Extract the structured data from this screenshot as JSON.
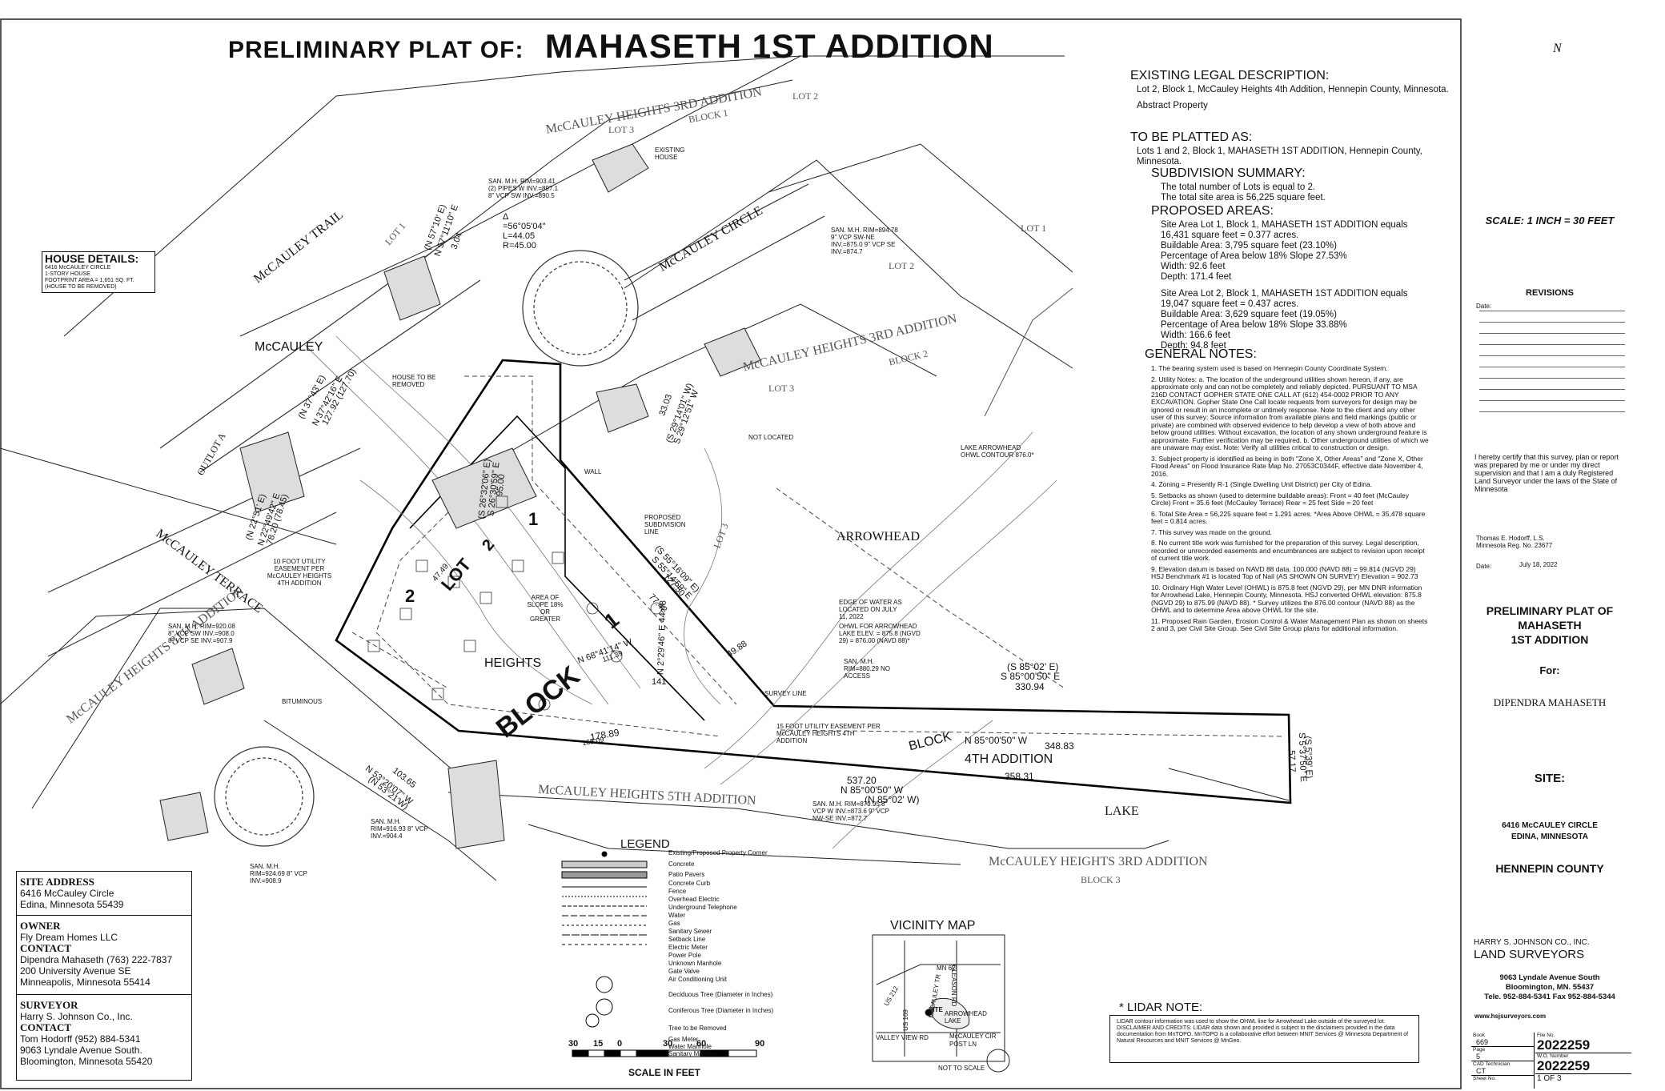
{
  "title": {
    "prefix": "PRELIMINARY PLAT OF:",
    "name": "MAHASETH 1ST ADDITION"
  },
  "existing_legal": {
    "heading": "EXISTING LEGAL DESCRIPTION:",
    "text": "Lot 2, Block 1, McCauley Heights 4th Addition, Hennepin County, Minnesota.",
    "abstract": "Abstract Property"
  },
  "to_be_platted": {
    "heading": "TO BE PLATTED AS:",
    "text": "Lots 1 and 2, Block 1, MAHASETH 1ST ADDITION, Hennepin County, Minnesota."
  },
  "subdivision_summary": {
    "heading": "SUBDIVISION SUMMARY:",
    "lines": [
      "The total number of Lots is equal to 2.",
      "The total site area is 56,225 square feet."
    ]
  },
  "proposed_areas": {
    "heading": "PROPOSED AREAS:",
    "lot1": [
      "Site Area Lot 1, Block 1, MAHASETH 1ST ADDITION equals",
      "16,431 square feet = 0.377 acres.",
      "Buildable Area: 3,795 square feet (23.10%)",
      "Percentage of Area below 18% Slope 27.53%",
      "Width: 92.6 feet",
      "Depth: 171.4 feet"
    ],
    "lot2": [
      "Site Area Lot 2, Block 1, MAHASETH 1ST ADDITION equals",
      "19,047 square feet = 0.437 acres.",
      "Buildable Area: 3,629 square feet (19.05%)",
      "Percentage of Area below 18% Slope 33.88%",
      "Width: 166.6 feet",
      "Depth: 94.8 feet"
    ]
  },
  "general_notes": {
    "heading": "GENERAL NOTES:",
    "items": [
      "1. The bearing system used is based on Hennepin County Coordinate System.",
      "2. Utility Notes: a. The location of the underground utilities shown hereon, if any, are approximate only and can not be completely and reliably depicted. PURSUANT TO MSA 216D CONTACT GOPHER STATE ONE CALL AT (612) 454-0002 PRIOR TO ANY EXCAVATION. Gopher State One Call locate requests from surveyors for design may be ignored or result in an incomplete or untimely response. Note to the client and any other user of this survey: Source information from available plans and field markings (public or private) are combined with observed evidence to help develop a view of both above and below ground utilities. Without excavation, the location of any shown underground feature is approximate. Further verification may be required. b. Other underground utilities of which we are unaware may exist. Note: Verify all utilities critical to construction or design.",
      "3. Subject property is identified as being in both \"Zone X, Other Areas\" and \"Zone X, Other Flood Areas\" on Flood Insurance Rate Map No. 27053C0344F, effective date November 4, 2016.",
      "4. Zoning = Presently R-1 (Single Dwelling Unit District) per City of Edina.",
      "5. Setbacks as shown (used to determine buildable areas): Front = 40 feet (McCauley Circle) Front = 35.6 feet (McCauley Terrace) Rear = 25 feet Side = 20 feet",
      "6. Total Site Area = 56,225 square feet = 1.291 acres. *Area Above OHWL = 35,478 square feet = 0.814 acres.",
      "7. This survey was made on the ground.",
      "8. No current title work was furnished for the preparation of this survey. Legal description, recorded or unrecorded easements and encumbrances are subject to revision upon receipt of current title work.",
      "9. Elevation datum is based on NAVD 88 data. 100.000 (NAVD 88) = 99.814 (NGVD 29) HSJ Benchmark #1 is located Top of Nail (AS SHOWN ON SURVEY) Elevation = 902.73",
      "10. Ordinary High Water Level (OHWL) is 875.8 feet (NGVD 29), per MN DNR information for Arrowhead Lake, Hennepin County, Minnesota. HSJ converted OHWL elevation: 875.8 (NGVD 29) to 875.99 (NAVD 88). * Survey utilizes the 876.00 contour (NAVD 88) as the OHWL and to determine Area above OHWL for the site.",
      "11. Proposed Rain Garden, Erosion Control & Water Management Plan as shown on sheets 2 and 3, per Civil Site Group. See Civil Site Group plans for additional information."
    ]
  },
  "house_details": {
    "heading": "HOUSE DETAILS:",
    "lines": [
      "6416 McCAULEY CIRCLE",
      "1-STORY HOUSE",
      "FOOTPRINT AREA = 1,651 SQ. FT.",
      "(HOUSE TO BE REMOVED)"
    ]
  },
  "plan_labels": {
    "mccauley_trail": "McCAULEY TRAIL",
    "mccauley_circle": "McCAULEY CIRCLE",
    "mccauley_terrace": "McCAULEY TERRACE",
    "mccauley": "McCAULEY",
    "outlot_a": "OUTLOT A",
    "mh3_top": "McCAULEY HEIGHTS 3RD ADDITION",
    "block1_top": "BLOCK 1",
    "lot2_top": "LOT 2",
    "lot3_top": "LOT 3",
    "lot1_left": "LOT 1",
    "lot1_right": "LOT 1",
    "lot2_right": "LOT 2",
    "mh3_mid": "McCAULEY HEIGHTS 3RD ADDITION",
    "block2": "BLOCK 2",
    "lot3_mid": "LOT 3",
    "arrowhead": "ARROWHEAD",
    "lake": "LAKE",
    "lake_contour": "LAKE ARROWHEAD OHWL CONTOUR 876.0*",
    "not_located": "NOT LOCATED",
    "mh8": "McCAULEY HEIGHTS 8TH ADDITION",
    "mh5": "McCAULEY HEIGHTS 5TH ADDITION",
    "mh3_bot": "McCAULEY HEIGHTS 3RD ADDITION",
    "block3": "BLOCK 3",
    "heights": "HEIGHTS",
    "block_big": "BLOCK",
    "block_4th": "BLOCK",
    "fourth_addition": "4TH ADDITION",
    "lot_big": "LOT",
    "lot_num_1": "1",
    "lot_num_2": "2",
    "block_num_1": "1",
    "lot_num_2b": "2",
    "lot3_right": "LOT 3",
    "existing_house": "EXISTING HOUSE",
    "house_to_remove": "HOUSE TO BE REMOVED",
    "bituminous": "BITUMINOUS",
    "wall": "WALL",
    "proposed_subdivision": "PROPOSED SUBDIVISION LINE",
    "survey_line": "SURVEY LINE",
    "edge_water": "EDGE OF WATER AS LOCATED ON JULY 11, 2022",
    "ohwl": "OHWL FOR ARROWHEAD LAKE ELEV. = 875.8 (NGVD 29) = 876.00 (NAVD 88)*",
    "area_slope": "AREA OF SLOPE 18% OR GREATER",
    "utility_easement_10": "10 FOOT UTILITY EASEMENT PER McCAULEY HEIGHTS 4TH ADDITION",
    "utility_easement_15": "15 FOOT UTILITY EASEMENT PER McCAULEY HEIGHTS 4TH ADDITION",
    "curve": "Δ =56°05'04\" L=44.05 R=45.00",
    "san_mh_top": "SAN. M.H. RIM=903.41 (2) PIPES W INV.=897.1 8\" VCP SW INV.=890.5",
    "san_mh_right": "SAN. M.H. RIM=894.78 9\" VCP SW-NE INV.=875.0 9\" VCP SE INV.=874.7",
    "san_mh_left": "SAN. M.H. RIM=920.08 8\" VCP SW INV.=908.0 8\" VCP SE INV.=907.9",
    "san_mh_mid": "SAN. M.H. RIM=880.29 NO ACCESS",
    "san_mh_bot": "SAN. M.H. RIM=879.95 8\" VCP W INV.=873.6 9\" VCP NW-SE INV.=872.7",
    "san_mh_bl1": "SAN. M.H. RIM=916.93 8\" VCP INV.=904.4",
    "san_mh_bl2": "SAN. M.H. RIM=924.69 8\" VCP INV.=908.9",
    "dim_top_1": "(N 57°10' E)",
    "dim_top_2": "N 57°11'10\" E",
    "dim_top_3": "3.04",
    "dim_left_1": "(N 37°43' E)",
    "dim_left_2": "N 37°42'16\" E",
    "dim_left_3": "127.92 (127.70)",
    "dim_mid_1": "33.03",
    "dim_mid_2": "(S 29°14'01\" W)",
    "dim_mid_3": "S 29°12'51\" W",
    "dim_cen_1": "(S 26°32'06\" E)",
    "dim_cen_2": "S 26°30'59\" E",
    "dim_cen_3": "95.00",
    "dim_lf_1": "(N 22°51' E)",
    "dim_lf_2": "N 22°49'42\" E",
    "dim_lf_3": "78.20 (78.45)",
    "dim_s55_1": "(S 55°16'09\" E)",
    "dim_s55_2": "S 55°14'59\" E",
    "dim_s55_3": "127.50",
    "dim_77": "77.42",
    "dim_n2": "N 2°29'46\" E 44.48",
    "dim_n68": "N 68°41'14\" W",
    "dim_111": "111.39",
    "dim_141": "141",
    "dim_4988": "49.88",
    "dim_s85_1": "(S 85°02' E)",
    "dim_s85_2": "S 85°00'50\" E",
    "dim_s85_3": "330.94",
    "dim_n85_a": "N 85°00'50\" W",
    "dim_34883": "348.83",
    "dim_35831": "358.31",
    "dim_53720": "537.20",
    "dim_n85_b": "N 85°00'50\" W",
    "dim_n85_c": "(N 85°02' W)",
    "dim_17889": "178.89",
    "dim_16509": "165.09",
    "dim_10365": "103.65",
    "dim_n53_1": "N 53°20'07\" W",
    "dim_n53_2": "(N 53°21'W)",
    "dim_s5_1": "(S 5°39' E)",
    "dim_s5_2": "S 5°37'50\" E",
    "dim_s5_3": "57.17",
    "dim_lot_4749": "47.49",
    "legend_heading": "LEGEND"
  },
  "legend": [
    "Existing/Proposed Property Corner",
    "Concrete",
    "Patio Pavers",
    "Concrete Curb",
    "Fence",
    "Overhead Electric",
    "Underground Telephone",
    "Water",
    "Gas",
    "Sanitary Sewer",
    "Setback Line",
    "Electric Meter",
    "Power Pole",
    "Unknown Manhole",
    "Gate Valve",
    "Air Conditioning Unit",
    "Deciduous Tree (Diameter in Inches)",
    "Coniferous Tree (Diameter in Inches)",
    "Tree to be Removed",
    "Gas Meter",
    "Water Manhole",
    "Sanitary Manhole"
  ],
  "scale_bar": {
    "ticks": [
      "30",
      "15",
      "0",
      "30",
      "60",
      "90"
    ],
    "label": "SCALE IN FEET"
  },
  "vicinity_map": {
    "heading": "VICINITY MAP",
    "roads": [
      "MN 62",
      "GLEASON RD",
      "US 212",
      "US 169",
      "VALLEY VIEW RD",
      "McCAULEY TR",
      "ARROWHEAD LAKE"
    ],
    "site": "SITE",
    "legend_site": "McCAULEY CIR",
    "legend_site2": "POST LN",
    "not_to_scale": "NOT TO SCALE"
  },
  "lidar": {
    "heading": "* LIDAR NOTE:",
    "text": "LIDAR contour information was used to show the OHWL line for Arrowhead Lake outside of the surveyed lot. DISCLAIMER AND CREDITS: LIDAR data shown and provided is subject to the disclaimers provided in the data documentation from MnTOPO. MnTOPO is a collaborative effort between MNIT Services @ Minnesota Department of Natural Resources and MNIT Services @ MnGeo."
  },
  "site_address": {
    "heading": "SITE ADDRESS",
    "lines": [
      "6416 McCauley Circle",
      "Edina, Minnesota 55439"
    ],
    "owner_heading": "OWNER",
    "owner": "Fly Dream Homes LLC",
    "contact_heading": "CONTACT",
    "contact_lines": [
      "Dipendra Mahaseth (763) 222-7837",
      "200 University Avenue SE",
      "Minneapolis, Minnesota 55414"
    ]
  },
  "surveyor": {
    "heading": "SURVEYOR",
    "name": "Harry S. Johnson Co., Inc.",
    "contact_heading": "CONTACT",
    "contact_lines": [
      "Tom Hodorff (952) 884-5341",
      "9063 Lyndale Avenue South.",
      "Bloomington, Minnesota 55420"
    ]
  },
  "title_block": {
    "north": "N",
    "scale": "SCALE: 1 INCH = 30 FEET",
    "revisions": "REVISIONS",
    "date_label": "Date:",
    "certification": "I hereby certify that this survey, plan or report was prepared by me or under my direct supervision and that I am a duly Registered Land Surveyor under the laws of the State of Minnesota",
    "surveyor_name": "Thomas E. Hodorff, L.S.",
    "reg_no": "Minnesota Reg. No. 23677",
    "sign_date_label": "Date:",
    "sign_date": "July 18, 2022",
    "plat_title_lines": [
      "PRELIMINARY PLAT OF",
      "MAHASETH",
      "1ST ADDITION"
    ],
    "for_label": "For:",
    "client": "DIPENDRA MAHASETH",
    "site_label": "SITE:",
    "site_lines": [
      "6416 McCAULEY CIRCLE",
      "EDINA, MINNESOTA"
    ],
    "county": "HENNEPIN COUNTY",
    "company_line1": "HARRY S. JOHNSON CO., INC.",
    "company_line2": "LAND SURVEYORS",
    "address_lines": [
      "9063 Lyndale Avenue South",
      "Bloomington, MN. 55437",
      "Tele. 952-884-5341 Fax 952-884-5344"
    ],
    "website": "www.hsjsurveyors.com",
    "book_label": "Book",
    "book": "669",
    "page_label": "Page",
    "page": "5",
    "cad_label": "CAD Technician",
    "cad": "CT",
    "sheet_label": "Sheet No.",
    "sheet": "1 OF 3",
    "file_label": "File No.",
    "file": "2022259",
    "wo_label": "W.O. Number",
    "wo": "2022259"
  }
}
